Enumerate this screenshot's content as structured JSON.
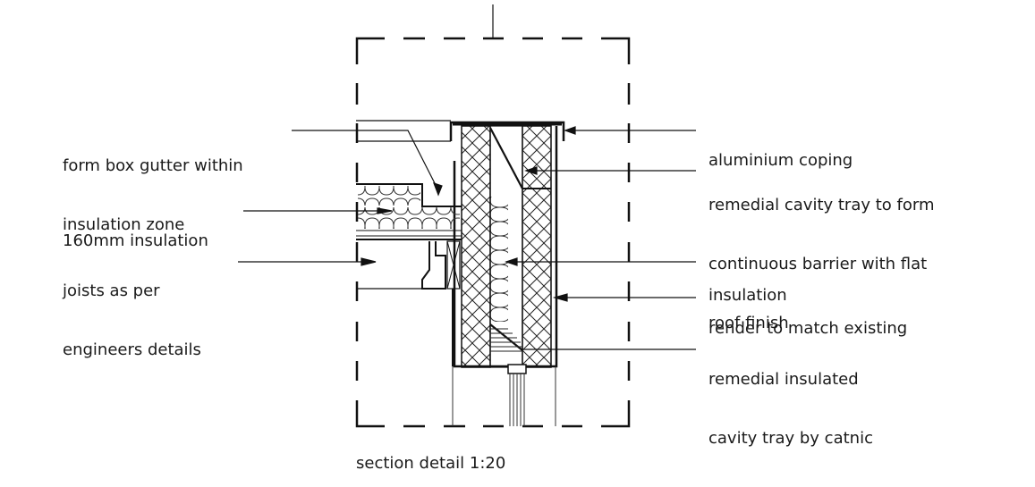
{
  "drawing": {
    "title": "section detail 1:20",
    "labels_left": [
      {
        "id": "form-box-gutter",
        "lines": [
          "form box gutter within",
          "insulation zone"
        ]
      },
      {
        "id": "insulation-160mm",
        "lines": [
          "160mm insulation"
        ]
      },
      {
        "id": "joists",
        "lines": [
          "joists as per",
          "engineers details"
        ]
      }
    ],
    "labels_right": [
      {
        "id": "aluminium-coping",
        "lines": [
          "aluminium coping"
        ]
      },
      {
        "id": "remedial-cavity-tray",
        "lines": [
          "remedial cavity tray to form",
          "continuous barrier with flat",
          "roof finish"
        ]
      },
      {
        "id": "insulation",
        "lines": [
          "insulation"
        ]
      },
      {
        "id": "render",
        "lines": [
          "render to match existing"
        ]
      },
      {
        "id": "remedial-insulated-tray",
        "lines": [
          "remedial insulated",
          "cavity tray by catnic"
        ]
      }
    ]
  }
}
